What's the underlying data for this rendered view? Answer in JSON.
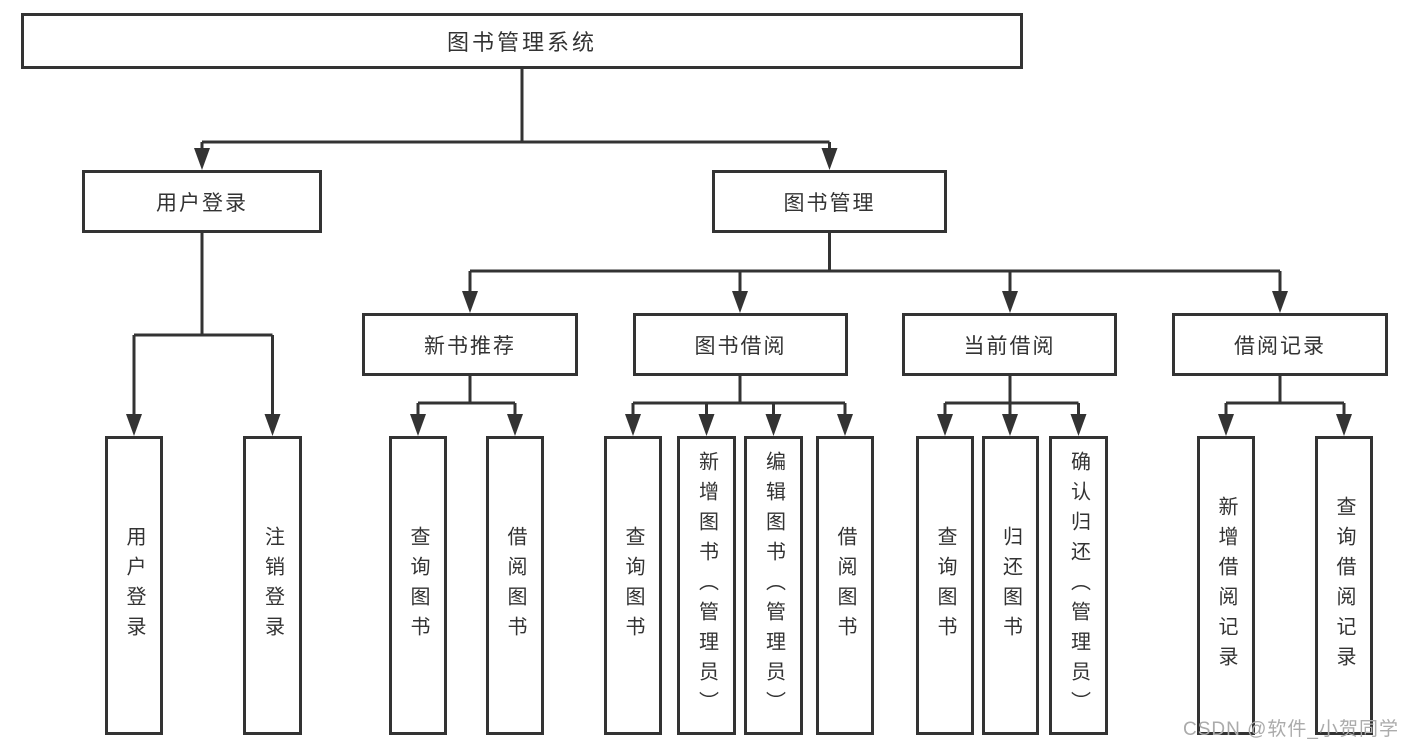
{
  "diagram": {
    "root": {
      "label": "图书管理系统"
    },
    "level2": [
      {
        "label": "用户登录"
      },
      {
        "label": "图书管理"
      }
    ],
    "level3": [
      {
        "label": "新书推荐"
      },
      {
        "label": "图书借阅"
      },
      {
        "label": "当前借阅"
      },
      {
        "label": "借阅记录"
      }
    ],
    "leaves": [
      {
        "label": "用户登录"
      },
      {
        "label": "注销登录"
      },
      {
        "label": "查询图书"
      },
      {
        "label": "借阅图书"
      },
      {
        "label": "查询图书"
      },
      {
        "label": "新增图书（管理员）"
      },
      {
        "label": "编辑图书（管理员）"
      },
      {
        "label": "借阅图书"
      },
      {
        "label": "查询图书"
      },
      {
        "label": "归还图书"
      },
      {
        "label": "确认归还（管理员）"
      },
      {
        "label": "新增借阅记录"
      },
      {
        "label": "查询借阅记录"
      }
    ],
    "watermark": "CSDN @软件_小贺同学",
    "colors": {
      "line": "#333333",
      "box_border": "#333333",
      "text": "#333333",
      "background": "#ffffff",
      "watermark": "#ababab"
    }
  }
}
